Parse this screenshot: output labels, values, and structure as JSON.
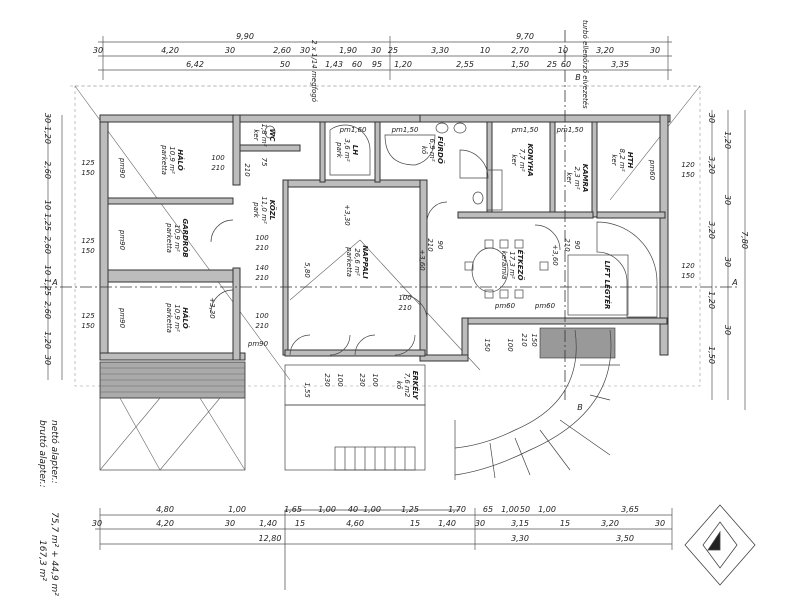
{
  "dimensions": {
    "top_row1": [
      "9,90",
      "9,70"
    ],
    "top_row2": [
      "30",
      "4,20",
      "30",
      "2,60",
      "30",
      "1,90",
      "30",
      "25",
      "3,30",
      "10",
      "2,70",
      "10",
      "3,20",
      "30"
    ],
    "top_row3": [
      "6,42",
      "50",
      "1,43",
      "60",
      "95",
      "1,20",
      "2,55",
      "1,50",
      "25",
      "60",
      "3,35"
    ],
    "bottom_row1": [
      "4,80",
      "1,00",
      "1,65",
      "1,00",
      "40",
      "1,00",
      "1,25",
      "1,70",
      "65",
      "1,00",
      "50",
      "1,00",
      "3,65"
    ],
    "bottom_row2": [
      "30",
      "4,20",
      "30",
      "1,40",
      "15",
      "4,60",
      "15",
      "1,40",
      "30",
      "3,15",
      "15",
      "3,20",
      "30"
    ],
    "bottom_row3": [
      "12,80",
      "3,30",
      "3,50"
    ],
    "left": [
      "30",
      "1,20",
      "2,60",
      "10",
      "1,25",
      "2,60",
      "10",
      "1,25",
      "2,60",
      "1,20",
      "30"
    ],
    "right": [
      "30",
      "1,20",
      "3,20",
      "30",
      "3,20",
      "30",
      "1,20",
      "30",
      "1,50",
      "7,80"
    ]
  },
  "annotations": {
    "top_notes": [
      "2 x 1/14 megfogó",
      "turbó ellenőrző elvezetés"
    ],
    "section_marks": [
      "A",
      "A",
      "B",
      "B"
    ],
    "elevations": [
      "+3,30",
      "+3,30",
      "+3,60",
      "+3,60"
    ],
    "window_labels": [
      "pm90",
      "pm90",
      "pm90",
      "pm90",
      "pm1,50",
      "pm1,60",
      "pm1,50",
      "pm1,50",
      "pm60",
      "pm60",
      "pm60"
    ],
    "window_sizes_left": [
      [
        "125",
        "150"
      ],
      [
        "125",
        "150"
      ],
      [
        "125",
        "150"
      ]
    ],
    "window_sizes_right": [
      [
        "120",
        "150"
      ],
      [
        "120",
        "150"
      ]
    ],
    "door_sizes": [
      [
        "100",
        "210"
      ],
      [
        "100",
        "210"
      ],
      [
        "140",
        "210"
      ],
      [
        "100",
        "210"
      ],
      [
        "100",
        "210"
      ],
      [
        "90",
        "210"
      ],
      [
        "90",
        "210"
      ],
      [
        "150",
        "210"
      ]
    ],
    "misc": [
      "75",
      "210",
      "5,80",
      "230",
      "100",
      "230",
      "100",
      "1,55",
      "150",
      "100"
    ]
  },
  "rooms": [
    {
      "name": "HÁLÓ",
      "area": "10,9 m²",
      "floor": "parketta"
    },
    {
      "name": "GARDRÓB",
      "area": "10,9 m²",
      "floor": "parketta"
    },
    {
      "name": "HÁLÓ",
      "area": "10,9 m²",
      "floor": "parketta"
    },
    {
      "name": "KÖZL",
      "area": "11,0 m²",
      "floor": "park"
    },
    {
      "name": "WC",
      "area": "1,8 m²",
      "floor": "ker"
    },
    {
      "name": "LH",
      "area": "3,6 m²",
      "floor": "park"
    },
    {
      "name": "NAPPALI",
      "area": "26,6 m²",
      "floor": "parketta"
    },
    {
      "name": "FÜRDŐ",
      "area": "6,9 m²",
      "floor": "kő"
    },
    {
      "name": "KONYHA",
      "area": "7,7 m²",
      "floor": "ker"
    },
    {
      "name": "KAMRA",
      "area": "2,3 m²",
      "floor": "ker"
    },
    {
      "name": "HTH",
      "area": "8,2 m²",
      "floor": "ker"
    },
    {
      "name": "ÉTKEZŐ",
      "area": "17,3 m²",
      "floor": "kerámia"
    },
    {
      "name": "LIFT LÉGTÉR",
      "area": "",
      "floor": ""
    },
    {
      "name": "ERKÉLY",
      "area": "7,6 m2",
      "floor": "kő"
    }
  ],
  "summary": {
    "net_label": "nettó alapter.:",
    "net_value": "75,7 m² + 44,9 m²",
    "gross_label": "bruttó alapter.:",
    "gross_value": "167,3 m²"
  }
}
